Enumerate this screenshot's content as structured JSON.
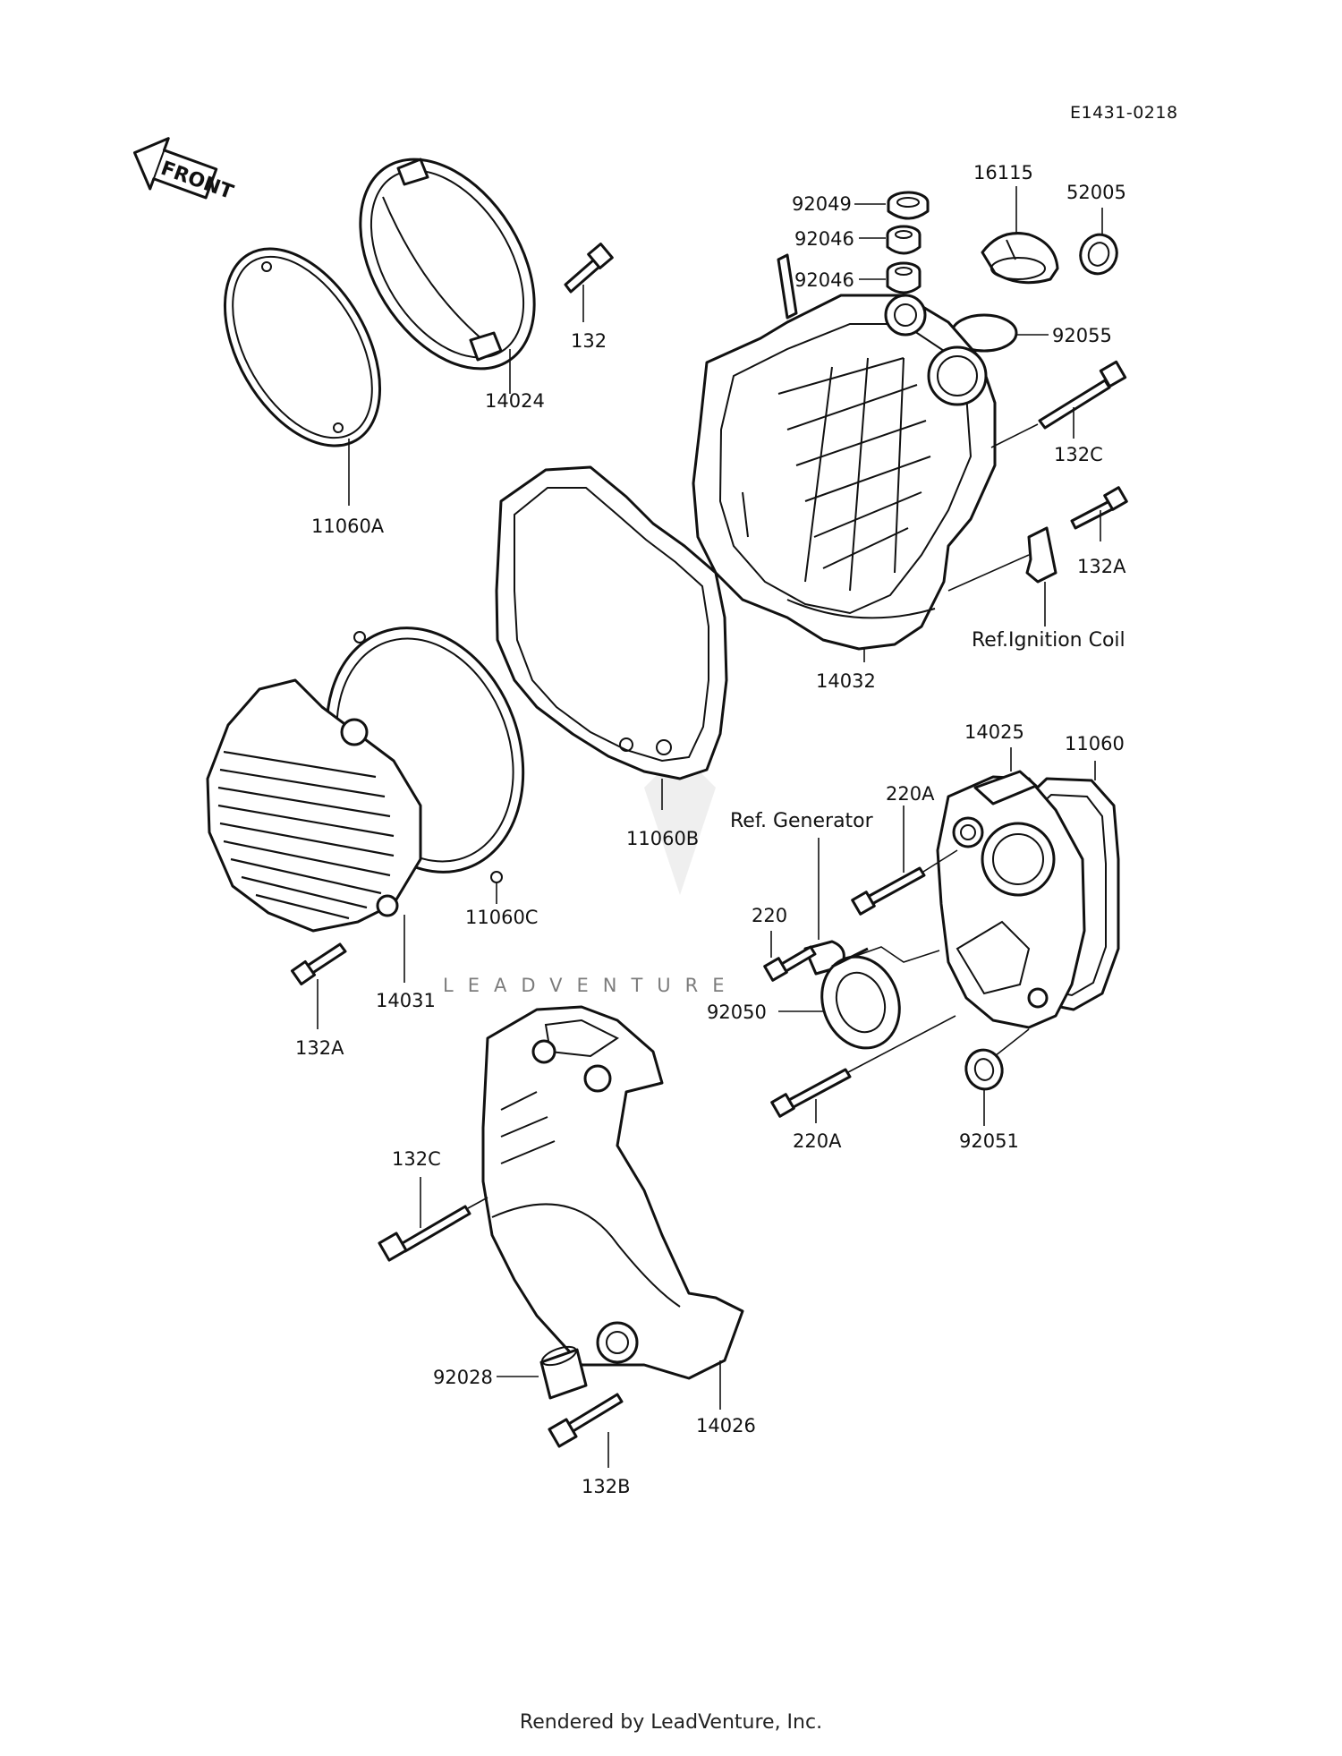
{
  "diagram_code": "E1431-0218",
  "front_arrow_label": "FRONT",
  "footer": "Rendered by LeadVenture, Inc.",
  "watermark": "LEADVENTURE",
  "references": {
    "ignition_coil": "Ref.Ignition Coil",
    "generator": "Ref. Generator"
  },
  "part_labels": {
    "p11060A": "11060A",
    "p14024": "14024",
    "p132": "132",
    "p92049": "92049",
    "p92046a": "92046",
    "p92046b": "92046",
    "p16115": "16115",
    "p52005": "52005",
    "p92055": "92055",
    "p132C_top": "132C",
    "p132A_right": "132A",
    "p14032": "14032",
    "p11060B": "11060B",
    "p11060C": "11060C",
    "p14031": "14031",
    "p132A_left": "132A",
    "p14025": "14025",
    "p11060": "11060",
    "p220A_top": "220A",
    "p220": "220",
    "p92050": "92050",
    "p220A_bottom": "220A",
    "p92051": "92051",
    "p132C_bottom": "132C",
    "p92028": "92028",
    "p14026": "14026",
    "p132B": "132B"
  }
}
